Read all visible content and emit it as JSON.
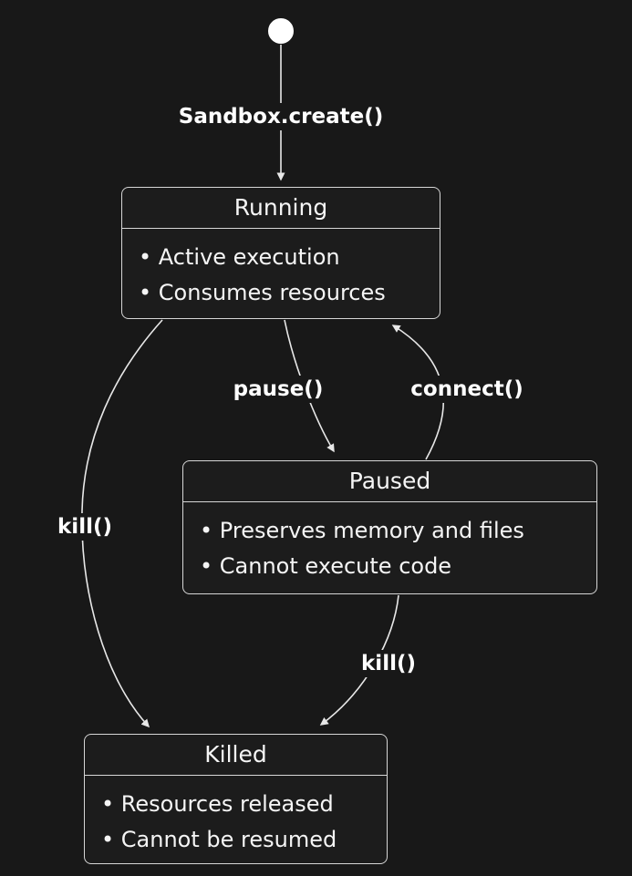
{
  "theme": {
    "background": "#181818",
    "node_fill": "#1c1c1c",
    "node_border": "#d6d6d6",
    "text_color": "#f5f5f5",
    "edge_color": "#e8e8e8"
  },
  "diagram": {
    "type": "state-diagram",
    "states": [
      {
        "id": "Running",
        "title": "Running",
        "bullets": [
          "Active execution",
          "Consumes resources"
        ]
      },
      {
        "id": "Paused",
        "title": "Paused",
        "bullets": [
          "Preserves memory and files",
          "Cannot execute code"
        ]
      },
      {
        "id": "Killed",
        "title": "Killed",
        "bullets": [
          "Resources released",
          "Cannot be resumed"
        ]
      }
    ],
    "transitions": [
      {
        "from": "start",
        "to": "Running",
        "label": "Sandbox.create()"
      },
      {
        "from": "Running",
        "to": "Paused",
        "label": "pause()"
      },
      {
        "from": "Paused",
        "to": "Running",
        "label": "connect()"
      },
      {
        "from": "Running",
        "to": "Killed",
        "label": "kill()"
      },
      {
        "from": "Paused",
        "to": "Killed",
        "label": "kill()"
      }
    ]
  }
}
